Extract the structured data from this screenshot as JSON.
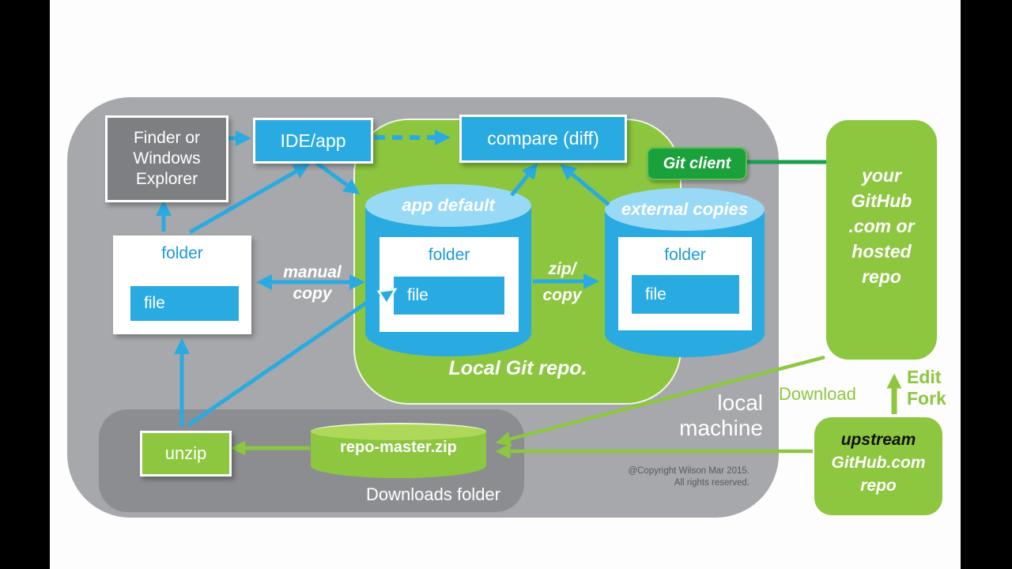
{
  "colors": {
    "blue": "#29abe2",
    "light_blue": "#98d9f5",
    "green": "#8dc63f",
    "light_green": "#aed85a",
    "dark_green": "#1ba13c",
    "connector_green": "#1d9e4f",
    "container_gray": "#a6a8ab",
    "downloads_gray": "#8b8d90",
    "finder_gray": "#7d7f82"
  },
  "boxes": {
    "finder": "Finder or\nWindows\nExplorer",
    "ide": "IDE/app",
    "compare": "compare (diff)",
    "git_client": "Git client",
    "unzip": "unzip"
  },
  "folders": {
    "left": {
      "title": "folder",
      "file": "file"
    },
    "app": {
      "title": "folder",
      "file": "file"
    },
    "ext": {
      "title": "folder",
      "file": "file"
    }
  },
  "cylinders": {
    "app_default": "app default",
    "external_copies": "external copies",
    "repo_zip": "repo-master.zip"
  },
  "labels": {
    "manual_copy": "manual\ncopy",
    "zip_copy": "zip/\ncopy",
    "local_git_repo": "Local Git repo.",
    "local_machine": "local\nmachine",
    "downloads_folder": "Downloads folder",
    "download": "Download",
    "edit_fork": "Edit\nFork",
    "copyright": "@Copyright Wilson Mar 2015.\nAll rights reserved."
  },
  "github": {
    "your_repo": "your\nGitHub\n.com or\nhosted\nrepo",
    "upstream_title": "upstream",
    "upstream_body": "GitHub.com\nrepo"
  }
}
